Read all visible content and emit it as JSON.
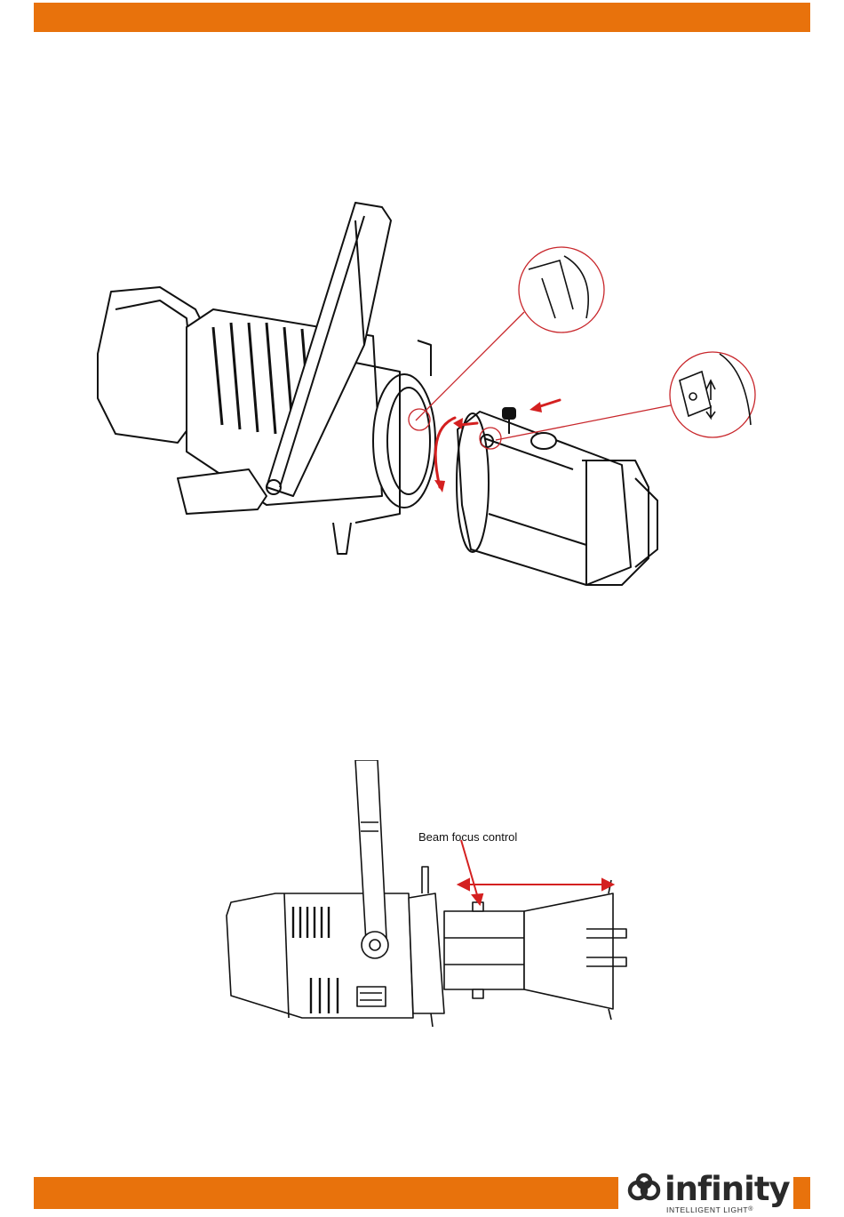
{
  "colors": {
    "accent": "#E8720C",
    "arrow": "#D42020",
    "line": "#111111"
  },
  "figure_top": {
    "callouts": [
      "lock-detail",
      "screw-detail"
    ]
  },
  "figure_bottom": {
    "label": "Beam focus control"
  },
  "brand": {
    "name": "infinity",
    "tagline": "INTELLIGENT LIGHT",
    "mark": "®"
  }
}
